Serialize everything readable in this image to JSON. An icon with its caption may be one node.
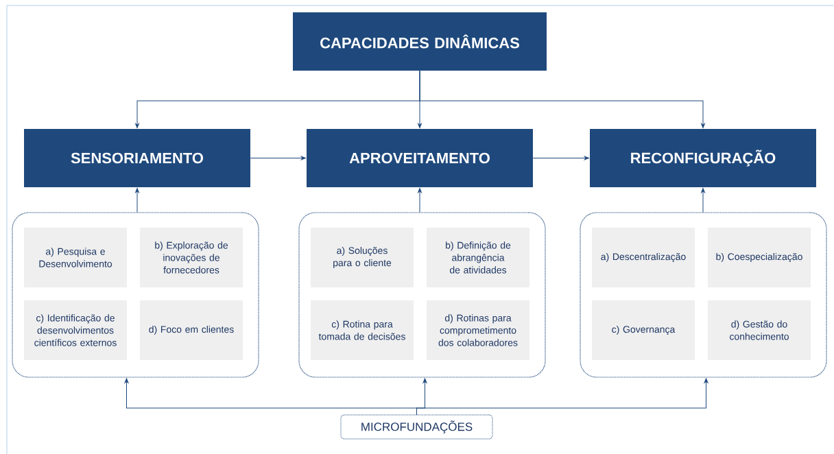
{
  "diagram": {
    "nodes": [
      {
        "text": [
          "CAPACIDADES DINÂMICAS"
        ]
      },
      {
        "text": [
          "SENSORIAMENTO"
        ]
      },
      {
        "text": [
          "APROVEITAMENTO"
        ]
      },
      {
        "text": [
          "RECONFIGURAÇÃO"
        ]
      },
      {
        "text": [],
        "shape": "box"
      },
      {
        "text": [
          "a) Pesquisa e Desenvolvimento"
        ],
        "in": 4
      },
      {
        "text": [
          "b) Exploração de inovações de fornecedores"
        ],
        "in": 4
      },
      {
        "text": [
          "c) Identificação de desenvolvimentos científicos externos"
        ],
        "in": 4
      },
      {
        "text": [
          "d) Foco em clientes"
        ],
        "in": 4
      },
      {
        "text": [],
        "shape": "box"
      },
      {
        "text": [
          "a) Soluções para o cliente"
        ],
        "in": 9
      },
      {
        "text": [
          "b) Definição de abrangência de atividades"
        ],
        "in": 9
      },
      {
        "text": [
          "c) Rotina para tomada de decisões"
        ],
        "in": 9
      },
      {
        "text": [
          "d) Rotinas para comprometimento dos colaboradores"
        ],
        "in": 9
      },
      {
        "text": [],
        "shape": "box"
      },
      {
        "text": [
          "a) Descentralização"
        ],
        "in": 14
      },
      {
        "text": [
          "b) Coespecialização"
        ],
        "in": 14
      },
      {
        "text": [
          "c) Governança"
        ],
        "in": 14
      },
      {
        "text": [
          "d) Gestão do conhecimento"
        ],
        "in": 14
      },
      {
        "text": [
          "MICROFUNDAÇÕES"
        ]
      }
    ],
    "edges": [
      {
        "from": 0,
        "to": 1,
        "arrow": "to"
      },
      {
        "from": 0,
        "to": 2,
        "arrow": "to"
      },
      {
        "from": 0,
        "to": 3,
        "arrow": "to"
      },
      {
        "from": 1,
        "to": 2,
        "arrow": "to"
      },
      {
        "from": 2,
        "to": 3,
        "arrow": "to"
      },
      {
        "from": 4,
        "to": 1,
        "arrow": "to"
      },
      {
        "from": 9,
        "to": 2,
        "arrow": "to"
      },
      {
        "from": 14,
        "to": 3,
        "arrow": "to"
      },
      {
        "from": 19,
        "to": 4,
        "arrow": "to"
      },
      {
        "from": 19,
        "to": 9,
        "arrow": "to"
      },
      {
        "from": 19,
        "to": 14,
        "arrow": "to"
      }
    ]
  }
}
